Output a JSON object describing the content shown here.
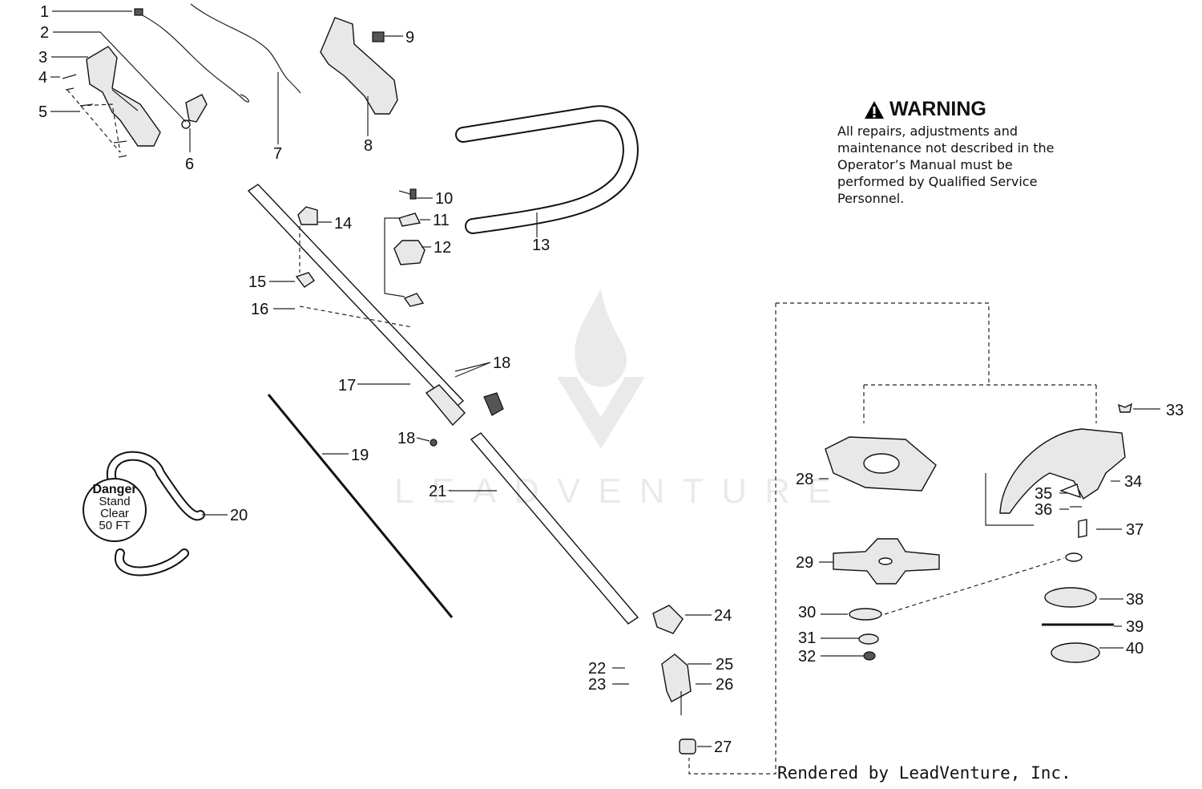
{
  "warning": {
    "title": "WARNING",
    "text": "All repairs, adjustments and maintenance not described in the Operator’s Manual must be performed by Qualified Service Personnel."
  },
  "danger_label": {
    "line1": "Danger",
    "line2": "Stand",
    "line3": "Clear",
    "line4": "50 FT"
  },
  "footer": {
    "rendered_by": "Rendered by LeadVenture, Inc."
  },
  "watermark": {
    "brand": "LEADVENTURE"
  },
  "callouts": [
    {
      "id": "c1",
      "label": "1"
    },
    {
      "id": "c2",
      "label": "2"
    },
    {
      "id": "c3",
      "label": "3"
    },
    {
      "id": "c4",
      "label": "4"
    },
    {
      "id": "c5",
      "label": "5"
    },
    {
      "id": "c6",
      "label": "6"
    },
    {
      "id": "c7",
      "label": "7"
    },
    {
      "id": "c8",
      "label": "8"
    },
    {
      "id": "c9",
      "label": "9"
    },
    {
      "id": "c10",
      "label": "10"
    },
    {
      "id": "c11",
      "label": "11"
    },
    {
      "id": "c12",
      "label": "12"
    },
    {
      "id": "c13",
      "label": "13"
    },
    {
      "id": "c14",
      "label": "14"
    },
    {
      "id": "c15",
      "label": "15"
    },
    {
      "id": "c16",
      "label": "16"
    },
    {
      "id": "c17",
      "label": "17"
    },
    {
      "id": "c18a",
      "label": "18"
    },
    {
      "id": "c18b",
      "label": "18"
    },
    {
      "id": "c19",
      "label": "19"
    },
    {
      "id": "c20",
      "label": "20"
    },
    {
      "id": "c21",
      "label": "21"
    },
    {
      "id": "c22",
      "label": "22"
    },
    {
      "id": "c23",
      "label": "23"
    },
    {
      "id": "c24",
      "label": "24"
    },
    {
      "id": "c25",
      "label": "25"
    },
    {
      "id": "c26",
      "label": "26"
    },
    {
      "id": "c27",
      "label": "27"
    },
    {
      "id": "c28",
      "label": "28"
    },
    {
      "id": "c29",
      "label": "29"
    },
    {
      "id": "c30",
      "label": "30"
    },
    {
      "id": "c31",
      "label": "31"
    },
    {
      "id": "c32",
      "label": "32"
    },
    {
      "id": "c33",
      "label": "33"
    },
    {
      "id": "c34",
      "label": "34"
    },
    {
      "id": "c35",
      "label": "35"
    },
    {
      "id": "c36",
      "label": "36"
    },
    {
      "id": "c37",
      "label": "37"
    },
    {
      "id": "c38",
      "label": "38"
    },
    {
      "id": "c39",
      "label": "39"
    },
    {
      "id": "c40",
      "label": "40"
    }
  ]
}
